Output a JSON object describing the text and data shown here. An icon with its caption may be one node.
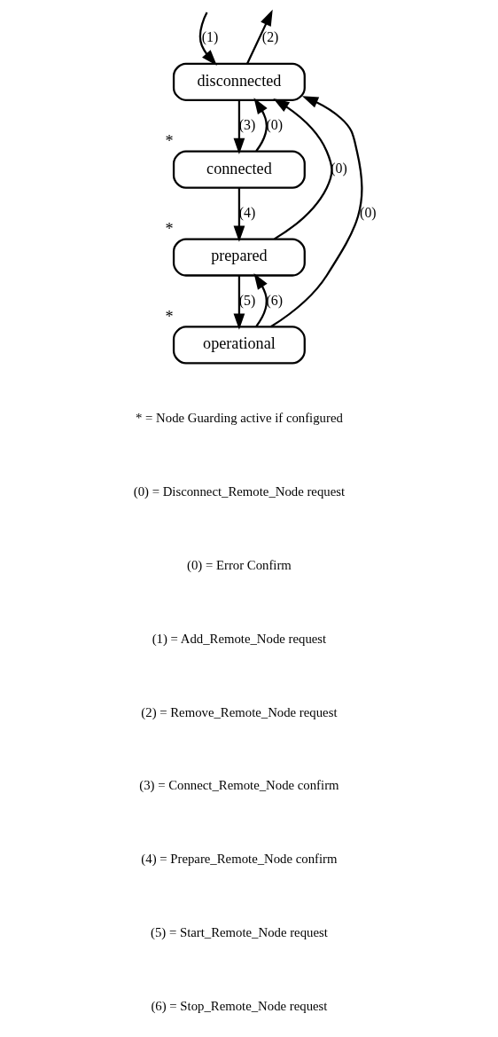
{
  "diagram": {
    "nodes": [
      {
        "text": [
          "disconnected"
        ]
      },
      {
        "text": [
          "connected"
        ],
        "beside": [
          "*"
        ]
      },
      {
        "text": [
          "prepared"
        ],
        "beside": [
          "*"
        ]
      },
      {
        "text": [
          "operational"
        ],
        "beside": [
          "*"
        ]
      }
    ],
    "edges": [
      {
        "from": null,
        "to": 0,
        "arrow": "to",
        "label": "(1)"
      },
      {
        "from": 0,
        "to": null,
        "arrow": "to",
        "label": "(2)"
      },
      {
        "from": 0,
        "to": 1,
        "arrow": "to",
        "label": "(3)"
      },
      {
        "from": 1,
        "to": 2,
        "arrow": "to",
        "label": "(4)"
      },
      {
        "from": 2,
        "to": 3,
        "arrow": "to",
        "label": "(5)"
      },
      {
        "from": 3,
        "to": 2,
        "arrow": "to",
        "label": "(6)"
      },
      {
        "from": 1,
        "to": 0,
        "arrow": "to",
        "label": "(0)"
      },
      {
        "from": 2,
        "to": 0,
        "arrow": "to",
        "label": "(0)"
      },
      {
        "from": 3,
        "to": 0,
        "arrow": "to",
        "label": "(0)"
      }
    ],
    "labels": [
      "* = Node Guarding active if configured",
      "(0) = Disconnect_Remote_Node request",
      "(0) = Error Confirm",
      "(1) = Add_Remote_Node request",
      "(2) = Remove_Remote_Node request",
      "(3) = Connect_Remote_Node confirm",
      "(4) = Prepare_Remote_Node confirm",
      "(5) = Start_Remote_Node request",
      "(6) = Stop_Remote_Node request"
    ]
  }
}
